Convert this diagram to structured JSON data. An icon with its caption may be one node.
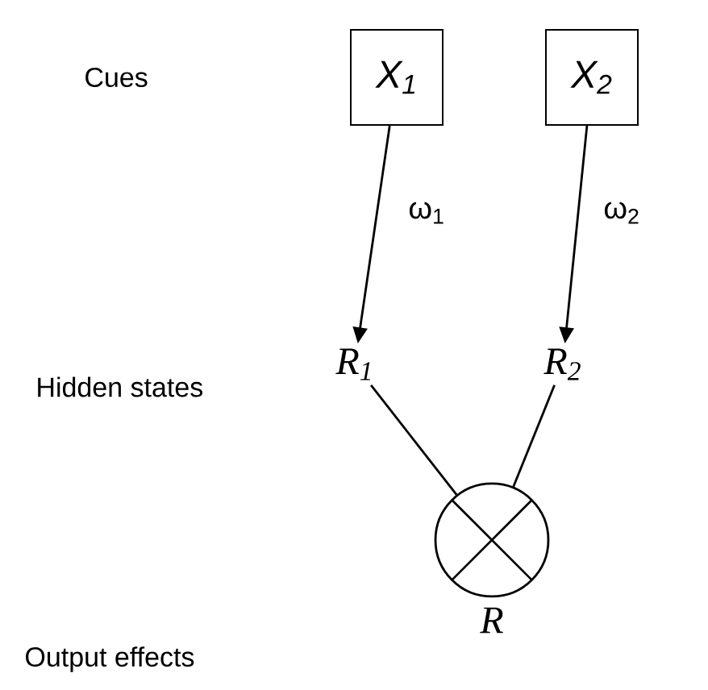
{
  "diagram": {
    "nodes": [
      {
        "text": [
          "X$_{1}$"
        ]
      },
      {
        "text": [
          "X$_{2}$"
        ]
      },
      {
        "text": [
          "R$_{1}$"
        ]
      },
      {
        "text": [
          "R$_{2}$"
        ]
      },
      {
        "text": [],
        "shape": "circle",
        "beside": [
          "R"
        ]
      }
    ],
    "edges": [
      {
        "from": 0,
        "to": 2,
        "arrow": "to",
        "label": "ω$_{1}$"
      },
      {
        "from": 1,
        "to": 3,
        "arrow": "to",
        "label": "ω$_{2}$"
      },
      {
        "from": 2,
        "to": 4,
        "arrow": "none"
      },
      {
        "from": 3,
        "to": 4,
        "arrow": "none"
      }
    ],
    "labels": [
      "Cues",
      "Hidden states",
      "Output effects"
    ]
  }
}
